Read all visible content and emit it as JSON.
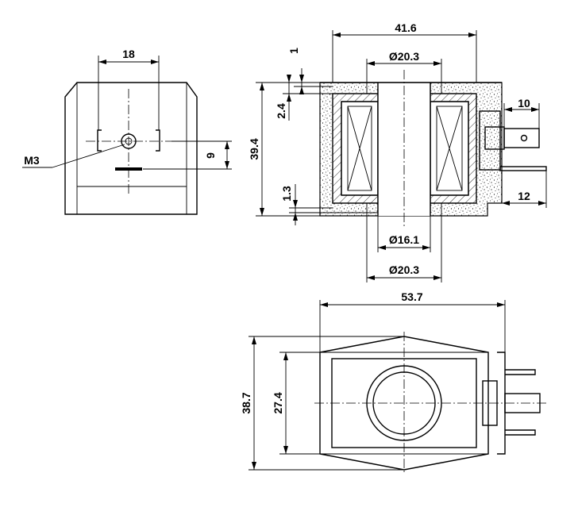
{
  "dimensions": {
    "front_width": "18",
    "thread": "M3",
    "screw_offset": "9",
    "overall_length": "41.6",
    "bore_top": "Ø20.3",
    "top_wall": "1",
    "top_cap": "2.4",
    "height": "39.4",
    "bottom_wall": "1.3",
    "inner_bore": "Ø16.1",
    "bore_bottom": "Ø20.3",
    "terminal_length": "10",
    "terminal_projection": "12",
    "total_length": "53.7",
    "total_width": "38.7",
    "body_width": "27.4"
  }
}
